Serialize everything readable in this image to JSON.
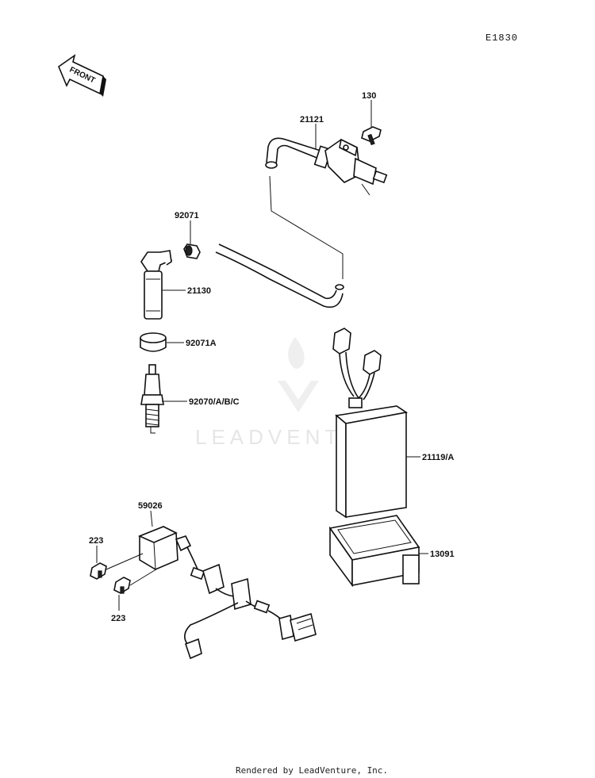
{
  "diagram_id": "E1830",
  "front_label": "FRONT",
  "watermark": "LEADVENTURE",
  "footer": "Rendered by LeadVenture, Inc.",
  "parts": {
    "p130": "130",
    "p21121": "21121",
    "p92071": "92071",
    "p21130": "21130",
    "p92071a": "92071A",
    "p92070": "92070/A/B/C",
    "p21119": "21119/A",
    "p59026": "59026",
    "p223a": "223",
    "p223b": "223",
    "p13091": "13091"
  }
}
